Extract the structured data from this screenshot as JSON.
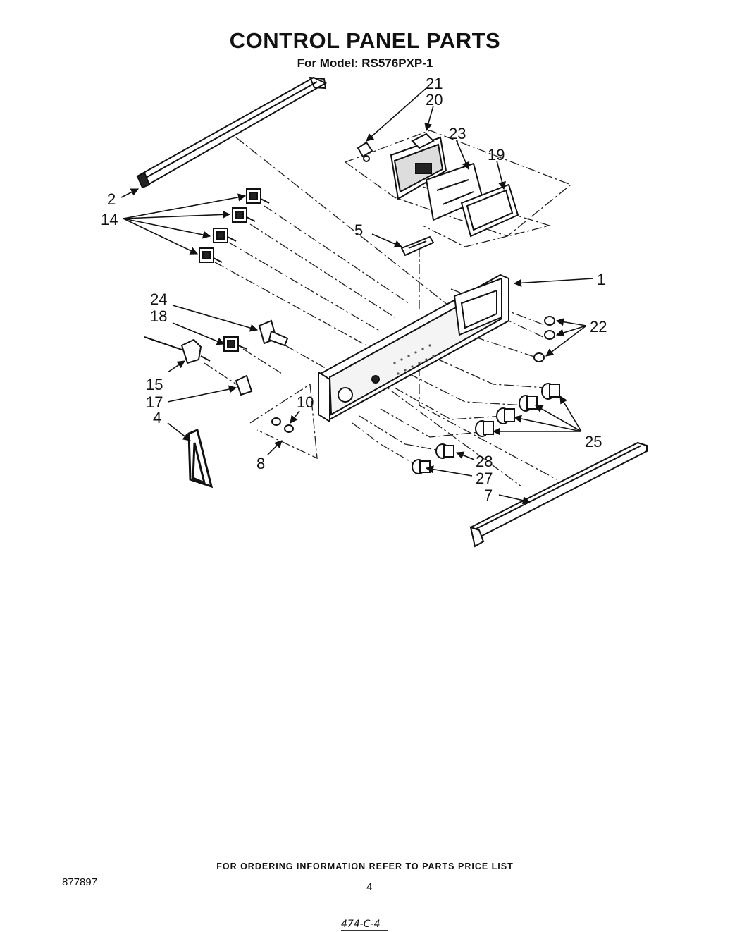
{
  "header": {
    "title": "CONTROL PANEL PARTS",
    "subtitle": "For Model: RS576PXP-1"
  },
  "callouts": [
    {
      "id": "c21",
      "label": "21"
    },
    {
      "id": "c20",
      "label": "20"
    },
    {
      "id": "c23",
      "label": "23"
    },
    {
      "id": "c19",
      "label": "19"
    },
    {
      "id": "c2",
      "label": "2"
    },
    {
      "id": "c14",
      "label": "14"
    },
    {
      "id": "c5",
      "label": "5"
    },
    {
      "id": "c1",
      "label": "1"
    },
    {
      "id": "c22",
      "label": "22"
    },
    {
      "id": "c24",
      "label": "24"
    },
    {
      "id": "c18",
      "label": "18"
    },
    {
      "id": "c15",
      "label": "15"
    },
    {
      "id": "c17",
      "label": "17"
    },
    {
      "id": "c10",
      "label": "10"
    },
    {
      "id": "c4",
      "label": "4"
    },
    {
      "id": "c8",
      "label": "8"
    },
    {
      "id": "c25",
      "label": "25"
    },
    {
      "id": "c28",
      "label": "28"
    },
    {
      "id": "c27",
      "label": "27"
    },
    {
      "id": "c7",
      "label": "7"
    }
  ],
  "footer": {
    "ordering_note": "FOR ORDERING INFORMATION REFER TO PARTS PRICE LIST",
    "document_number": "877897",
    "page_number": "4",
    "handwritten_note": "474-C-4"
  }
}
